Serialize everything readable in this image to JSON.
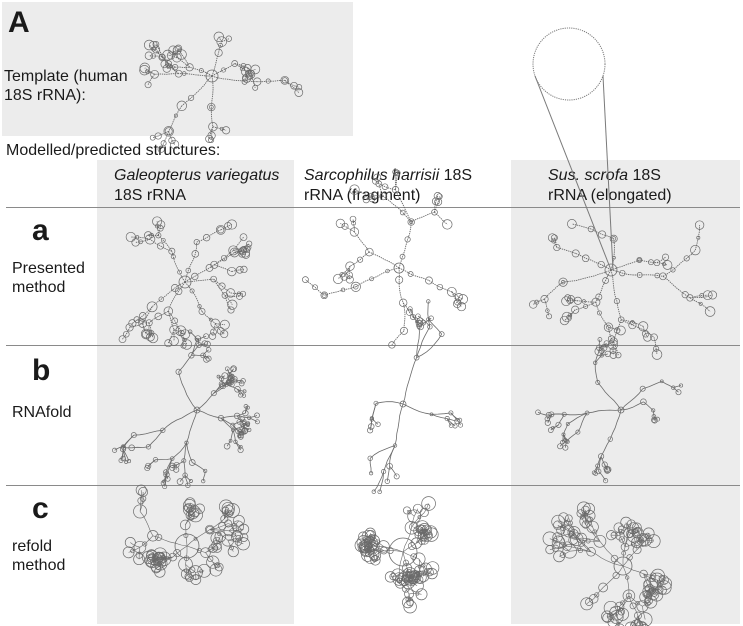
{
  "panel_A": {
    "letter": "A",
    "template_label_line1": "Template (human",
    "template_label_line2": "18S rRNA):"
  },
  "modelled_label": "Modelled/predicted structures:",
  "columns": [
    {
      "species": "Galeopterus variegatus",
      "suffix": " 18S",
      "line2": "18S rRNA"
    },
    {
      "species": "Sarcophilus harrisii",
      "suffix": " 18S",
      "line2": "rRNA (fragment)"
    },
    {
      "species": "Sus. scrofa",
      "suffix": " 18S",
      "line2": "rRNA (elongated)"
    }
  ],
  "rows": [
    {
      "letter": "a",
      "line1": "Presented",
      "line2": "method"
    },
    {
      "letter": "b",
      "line1": "RNAfold",
      "line2": ""
    },
    {
      "letter": "c",
      "line1": "refold",
      "line2": "method"
    }
  ],
  "colors": {
    "panel_bg": "#ececec",
    "stroke": "#6b6b6b",
    "rule": "#8a8a8a"
  }
}
